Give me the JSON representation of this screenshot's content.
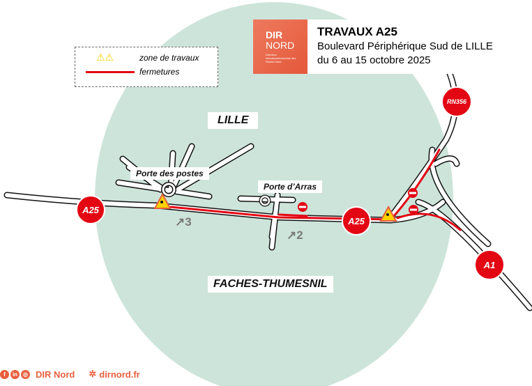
{
  "header": {
    "title": "TRAVAUX A25",
    "subtitle": "Boulevard Périphérique Sud de LILLE",
    "dates": "du 6 au 15 octobre 2025"
  },
  "logo": {
    "line1": "DIR",
    "line2": "NORD",
    "tagline": "Direction Interdépartementale des Routes Nord"
  },
  "legend": {
    "works": "zone de travaux",
    "closures": "fermetures"
  },
  "places": {
    "lille": "LILLE",
    "faches": "FACHES-THUMESNIL",
    "porte_postes": "Porte des postes",
    "porte_arras": "Porte d’Arras"
  },
  "roads": {
    "a25_west": "A25",
    "a25_east": "A25",
    "rn356": "RN356",
    "a1": "A1"
  },
  "exits": {
    "exit3": "3",
    "exit2": "2"
  },
  "footer": {
    "social": "DIR Nord",
    "website": "dirnord.fr",
    "icons": [
      "facebook-icon",
      "linkedin-icon",
      "instagram-icon"
    ]
  },
  "colors": {
    "closure": "#e30613",
    "brand": "#e8603f",
    "zone": "#cde4da"
  }
}
